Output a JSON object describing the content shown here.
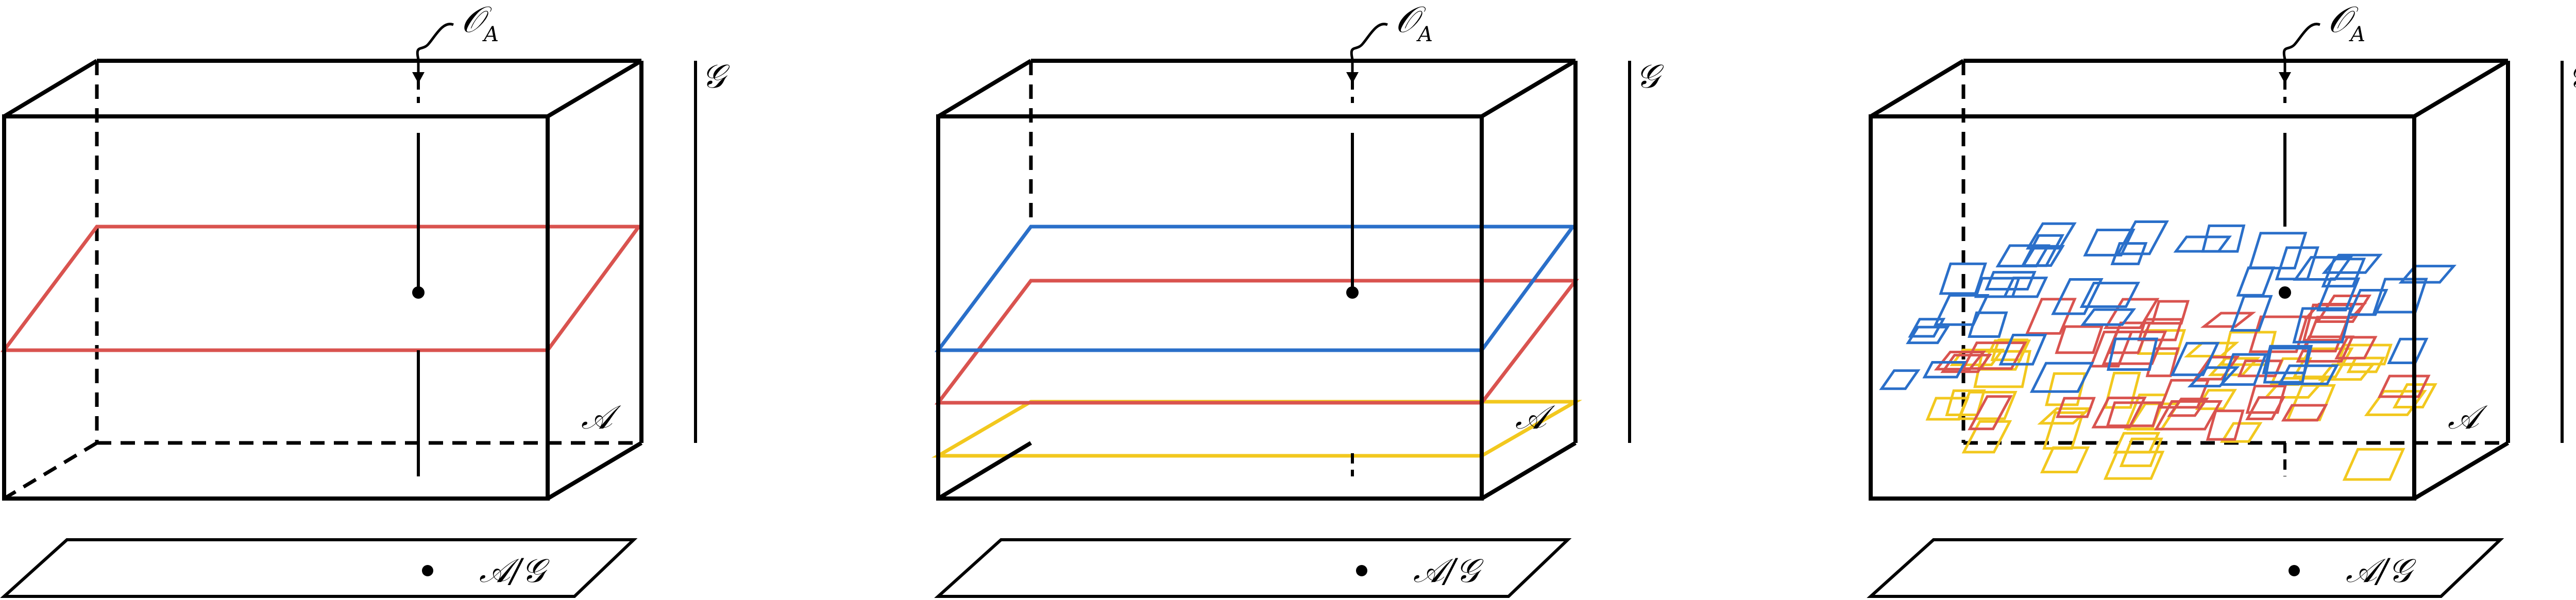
{
  "panels": [
    {
      "orbit_label": "𝒪",
      "orbit_subscript": "A",
      "group_label": "𝒢",
      "space_label": "𝒜",
      "quotient_label": "𝒜/𝒢"
    },
    {
      "orbit_label": "𝒪",
      "orbit_subscript": "A",
      "group_label": "𝒢",
      "space_label": "𝒜",
      "quotient_label": "𝒜/𝒢"
    },
    {
      "orbit_label": "𝒪",
      "orbit_subscript": "A",
      "group_label": "𝒢",
      "space_label": "𝒜",
      "quotient_label": "𝒜/𝒢"
    }
  ],
  "colors": {
    "outline": "#000000",
    "red_slice": "#d9534f",
    "blue_slice": "#2a6fc9",
    "yellow_slice": "#f2c81e"
  }
}
